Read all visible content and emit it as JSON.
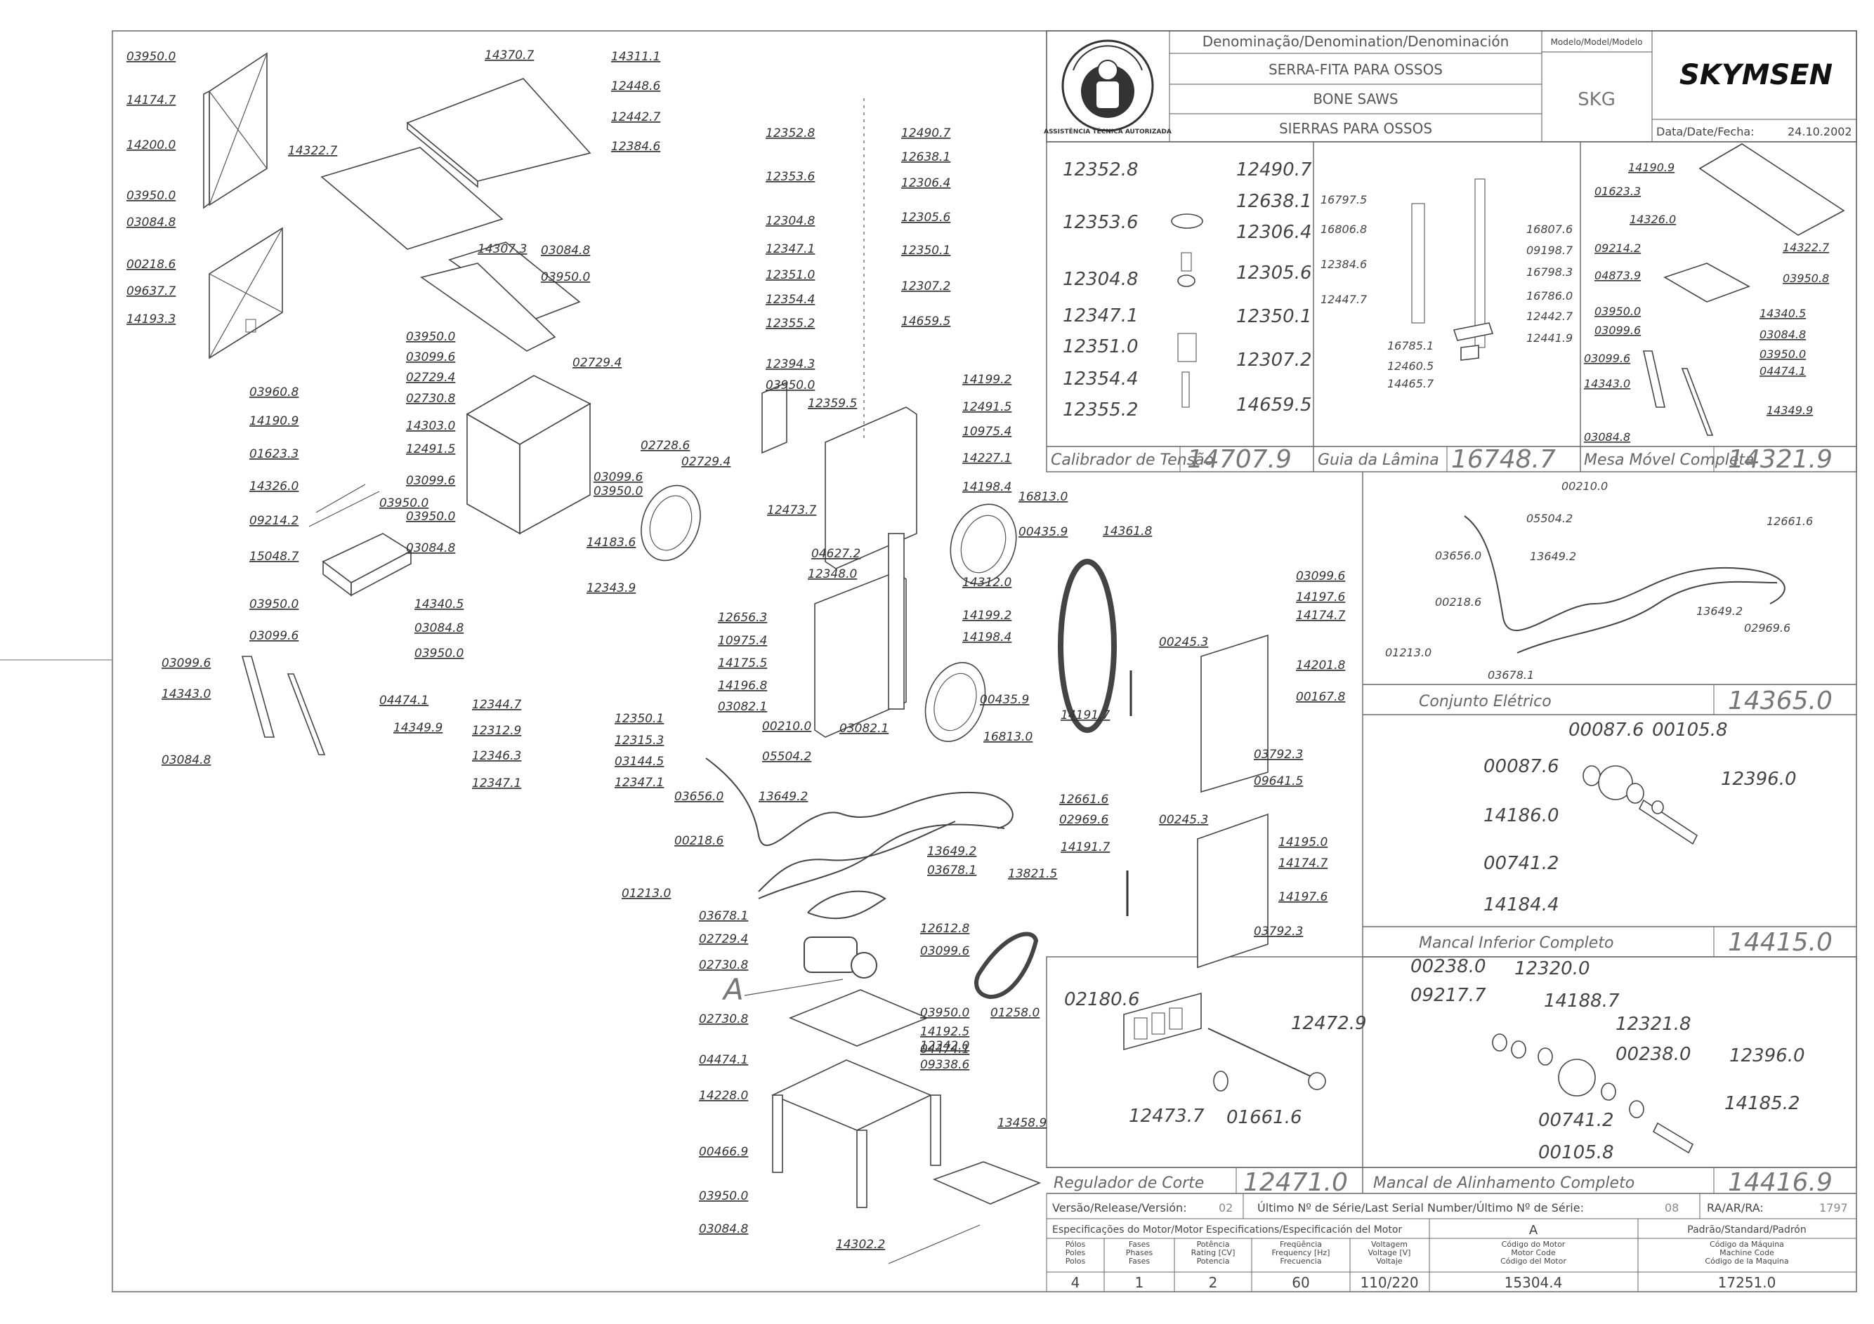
{
  "title_block": {
    "denomination_label": "Denominação/Denomination/Denominación",
    "model_label": "Modelo/Model/Modelo",
    "brand": "SKYMSEN",
    "logo_text": "ASSISTÊNCIA TÉCNICA AUTORIZADA",
    "names": [
      "SERRA-FITA PARA OSSOS",
      "BONE SAWS",
      "SIERRAS PARA OSSOS"
    ],
    "model": "SKG",
    "date_label": "Data/Date/Fecha:",
    "date": "24.10.2002"
  },
  "subassemblies": [
    {
      "name": "Calibrador de Tensão",
      "code": "14707.9"
    },
    {
      "name": "Guia da Lâmina",
      "code": "16748.7"
    },
    {
      "name": "Mesa Móvel Completa",
      "code": "14321.9"
    },
    {
      "name": "Conjunto Elétrico",
      "code": "14365.0"
    },
    {
      "name": "Mancal Inferior Completo",
      "code": "14415.0"
    },
    {
      "name": "Regulador de Corte",
      "code": "12471.0"
    },
    {
      "name": "Mancal de Alinhamento Completo",
      "code": "14416.9"
    }
  ],
  "revision": {
    "version_label": "Versão/Release/Versión:",
    "version": "02",
    "serial_label": "Último Nº de Série/Last Serial Number/Último Nº de Série:",
    "serial": "08",
    "ra_label": "RA/AR/RA:",
    "ra": "1797"
  },
  "motor": {
    "spec_label": "Especificações do Motor/Motor Especifications/Especificación del Motor",
    "variant": "A",
    "standard_label": "Padrão/Standard/Padrón",
    "headers": [
      [
        "Pólos",
        "Poles",
        "Polos"
      ],
      [
        "Fases",
        "Phases",
        "Fases"
      ],
      [
        "Potência",
        "Rating [CV]",
        "Potencia"
      ],
      [
        "Freqüência",
        "Frequency [Hz]",
        "Frecuencia"
      ],
      [
        "Voltagem",
        "Voltage [V]",
        "Voltaje"
      ],
      [
        "Código do Motor",
        "Motor Code",
        "Código del Motor"
      ],
      [
        "Código da Máquina",
        "Machine Code",
        "Código de la Maquina"
      ]
    ],
    "values": [
      "4",
      "1",
      "2",
      "60",
      "110/220",
      "15304.4",
      "17251.0"
    ]
  },
  "detail_A_label": "A",
  "callouts": {
    "panels_left": [
      "03950.0",
      "14174.7",
      "14200.0",
      "03950.0",
      "03084.8",
      "00218.6",
      "09637.7",
      "14193.3"
    ],
    "table_top": [
      "14370.7",
      "14311.1",
      "12448.6",
      "12442.7",
      "12384.6",
      "14322.7"
    ],
    "rails": [
      "14307.3",
      "03084.8",
      "03950.0"
    ],
    "column_frame": [
      "03950.0",
      "03099.6",
      "02729.4",
      "02730.8",
      "14303.0",
      "12491.5",
      "03099.6",
      "03950.0",
      "03084.8"
    ],
    "mobile_table": [
      "03960.8",
      "14190.9",
      "01623.3",
      "14326.0",
      "03950.0",
      "09214.2",
      "15048.7",
      "03950.0",
      "03099.6",
      "14340.5",
      "03084.8",
      "03950.0",
      "04474.1"
    ],
    "bars_left": [
      "03099.6",
      "14343.0",
      "03084.8",
      "14349.9"
    ],
    "guard_lower": [
      "12344.7",
      "12312.9",
      "12346.3",
      "12347.1",
      "12350.1",
      "12315.3",
      "03144.5",
      "12347.1"
    ],
    "pulley_upper": [
      "02729.4",
      "03099.6",
      "03950.0",
      "02728.6",
      "02729.4",
      "14183.6",
      "12343.9",
      "12656.3"
    ],
    "tension_stack": [
      "12352.8",
      "12490.7",
      "12638.1",
      "12353.6",
      "12306.4",
      "12304.8",
      "12305.6",
      "12347.1",
      "12350.1",
      "12351.0",
      "12307.2",
      "12354.4",
      "12355.2",
      "14659.5",
      "12394.3",
      "03950.0",
      "12359.5"
    ],
    "main_body": [
      "14199.2",
      "12491.5",
      "10975.4",
      "14227.1",
      "14198.4",
      "16813.0",
      "00435.9",
      "12473.7",
      "04627.2",
      "12348.0",
      "10975.4",
      "14175.5",
      "14196.8",
      "03082.1",
      "14312.0",
      "14199.2",
      "14198.4",
      "00435.9",
      "16813.0",
      "03082.1"
    ],
    "blade_doors": [
      "14361.8",
      "03099.6",
      "14197.6",
      "14174.7",
      "14201.8",
      "00245.3",
      "00167.8",
      "14191.7",
      "03792.3",
      "09641.5",
      "00245.3",
      "14195.0",
      "14174.7",
      "14191.7",
      "14197.6",
      "03792.3"
    ],
    "electrics_main": [
      "00210.0",
      "05504.2",
      "03656.0",
      "13649.2",
      "00218.6",
      "12661.6",
      "02969.6",
      "01213.0",
      "13821.5",
      "13649.2",
      "03678.1",
      "03678.1"
    ],
    "motor_area": [
      "02729.4",
      "02730.8",
      "04474.1",
      "12612.8",
      "03099.6",
      "01258.0",
      "03950.0",
      "02730.8",
      "14192.5",
      "04474.1",
      "12342.0",
      "09338.6",
      "14228.0",
      "00466.9",
      "03950.0",
      "03084.8",
      "13458.9",
      "14302.2"
    ],
    "detail_tension": [
      "12352.8",
      "12490.7",
      "12638.1",
      "12353.6",
      "12306.4",
      "12304.8",
      "12305.6",
      "12347.1",
      "12350.1",
      "12351.0",
      "12307.2",
      "12354.4",
      "14659.5",
      "12355.2"
    ],
    "detail_guide": [
      "16797.5",
      "16806.8",
      "16807.6",
      "09198.7",
      "12384.6",
      "16798.3",
      "12447.7",
      "16786.0",
      "12442.7",
      "16785.1",
      "12441.9",
      "12460.5",
      "14465.7"
    ],
    "detail_table": [
      "14190.9",
      "01623.3",
      "14326.0",
      "09214.2",
      "04873.9",
      "14322.7",
      "03950.8",
      "03950.0",
      "03099.6",
      "14340.5",
      "03084.8",
      "03950.0",
      "04474.1",
      "03099.6",
      "14343.0",
      "14349.9",
      "03084.8"
    ],
    "detail_electric": [
      "00210.0",
      "05504.2",
      "12661.6",
      "03656.0",
      "13649.2",
      "00218.6",
      "13649.2",
      "02969.6",
      "01213.0",
      "03678.1"
    ],
    "detail_lower_bearing": [
      "00087.6",
      "00105.8",
      "00087.6",
      "12396.0",
      "14186.0",
      "00741.2",
      "14184.4"
    ],
    "detail_cut_regulator": [
      "02180.6",
      "12472.9",
      "12473.7",
      "01661.6"
    ],
    "detail_align_bearing": [
      "00238.0",
      "12320.0",
      "09217.7",
      "14188.7",
      "12321.8",
      "00238.0",
      "12396.0",
      "00741.2",
      "14185.2",
      "00105.8"
    ]
  }
}
